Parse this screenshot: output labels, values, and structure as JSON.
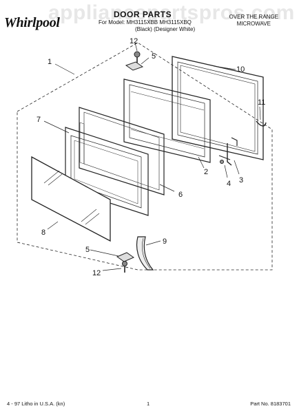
{
  "header": {
    "brand": "Whirlpool",
    "watermark": "appliancepartspros.com",
    "title": "DOOR PARTS",
    "models_line": "For Model: MH3115XBB     MH3115XBQ",
    "color_line": "(Black)   (Designer White)",
    "product_line1": "OVER THE RANGE",
    "product_line2": "MICROWAVE"
  },
  "callouts": [
    "1",
    "2",
    "3",
    "4",
    "5",
    "5",
    "6",
    "7",
    "8",
    "9",
    "10",
    "11",
    "12",
    "12"
  ],
  "footer": {
    "left": "4 - 97 Litho in U.S.A. (kn)",
    "center": "1",
    "right": "Part No. 8183701"
  }
}
